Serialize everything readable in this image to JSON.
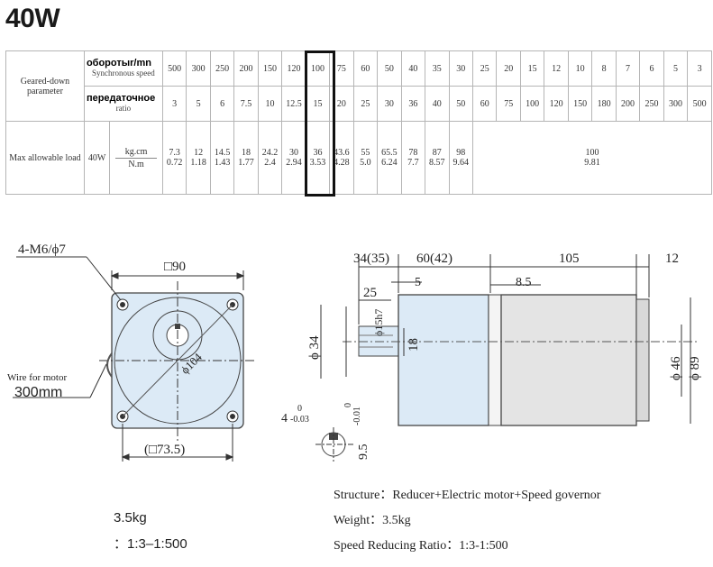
{
  "title": "40W",
  "table": {
    "geared_label": "Geared-down parameter",
    "speed_label_ru": "обороты",
    "speed_unit": "r/mn",
    "speed_label_en": "Synchronous speed",
    "ratio_label_ru": "передаточное",
    "ratio_label_en": "ratio",
    "load_label": "Max allowable load",
    "power": "40W",
    "unit_kg": "kg.cm",
    "unit_nm": "N.m",
    "speeds": [
      "500",
      "300",
      "250",
      "200",
      "150",
      "120",
      "100",
      "75",
      "60",
      "50",
      "40",
      "35",
      "30",
      "25",
      "20",
      "15",
      "12",
      "10",
      "8",
      "7",
      "6",
      "5",
      "3"
    ],
    "ratios": [
      "3",
      "5",
      "6",
      "7.5",
      "10",
      "12.5",
      "15",
      "20",
      "25",
      "30",
      "36",
      "40",
      "50",
      "60",
      "75",
      "100",
      "120",
      "150",
      "180",
      "200",
      "250",
      "300",
      "500"
    ],
    "loads": [
      {
        "kg": "7.3",
        "nm": "0.72"
      },
      {
        "kg": "12",
        "nm": "1.18"
      },
      {
        "kg": "14.5",
        "nm": "1.43"
      },
      {
        "kg": "18",
        "nm": "1.77"
      },
      {
        "kg": "24.2",
        "nm": "2.4"
      },
      {
        "kg": "30",
        "nm": "2.94"
      },
      {
        "kg": "36",
        "nm": "3.53"
      },
      {
        "kg": "43.6",
        "nm": "4.28"
      },
      {
        "kg": "55",
        "nm": "5.0"
      },
      {
        "kg": "65.5",
        "nm": "6.24"
      },
      {
        "kg": "78",
        "nm": "7.7"
      },
      {
        "kg": "87",
        "nm": "8.57"
      },
      {
        "kg": "98",
        "nm": "9.64"
      }
    ],
    "load_rest": {
      "kg": "100",
      "nm": "9.81"
    }
  },
  "drawing": {
    "mount": "4-M6/ϕ7",
    "square": "□90",
    "wire_label": "Wire for motor",
    "wire_len": "300mm",
    "diag": "ϕ104",
    "pcd": "(□73.5)",
    "d34_35": "34(35)",
    "d60_42": "60(42)",
    "d105": "105",
    "d12": "12",
    "d25": "25",
    "d5": "5",
    "d8_5": "8.5",
    "shaft": "ϕ15h7",
    "phi34": "ϕ 34",
    "d18": "18",
    "phi46": "ϕ 46",
    "phi89": "ϕ 89",
    "key_w": "4",
    "key_w_tol_upper": "0",
    "key_w_tol_lower": "-0.03",
    "key_d": "9.5",
    "key_d_tol_upper": "0",
    "key_d_tol_lower": "-0.01"
  },
  "notes": {
    "structure": "Structure：Reducer+Electric motor+Speed governor",
    "weight": "Weight：3.5kg",
    "ratio": "Speed Reducing Ratio：1:3-1:500"
  },
  "bottom_left": {
    "weight": "3.5kg",
    "ratio": "：1:3–1:500"
  }
}
